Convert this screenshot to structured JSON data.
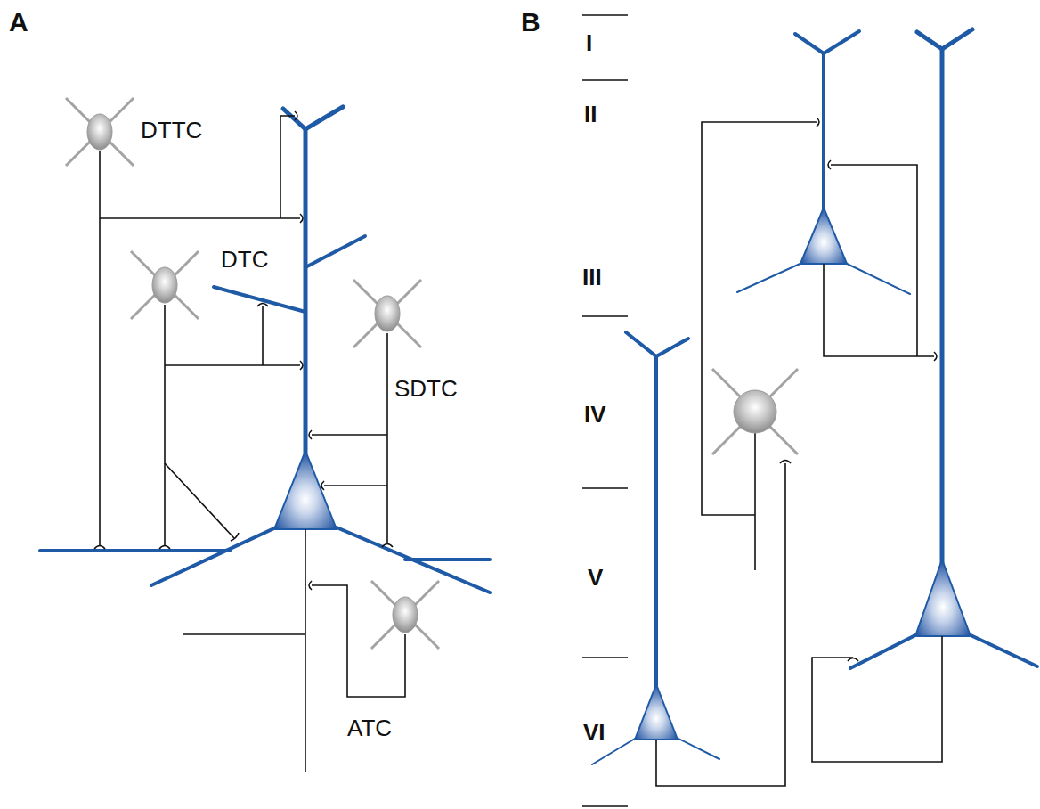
{
  "diagram": {
    "nodes": [
      {
        "text": [
          "DTTC"
        ]
      },
      {
        "text": [
          "DTC"
        ]
      },
      {
        "text": [
          "SDTC"
        ]
      },
      {
        "text": [
          "ATC"
        ]
      }
    ],
    "labels": [
      "A",
      "B",
      "I",
      "II",
      "III",
      "IV",
      "V",
      "VI"
    ]
  }
}
